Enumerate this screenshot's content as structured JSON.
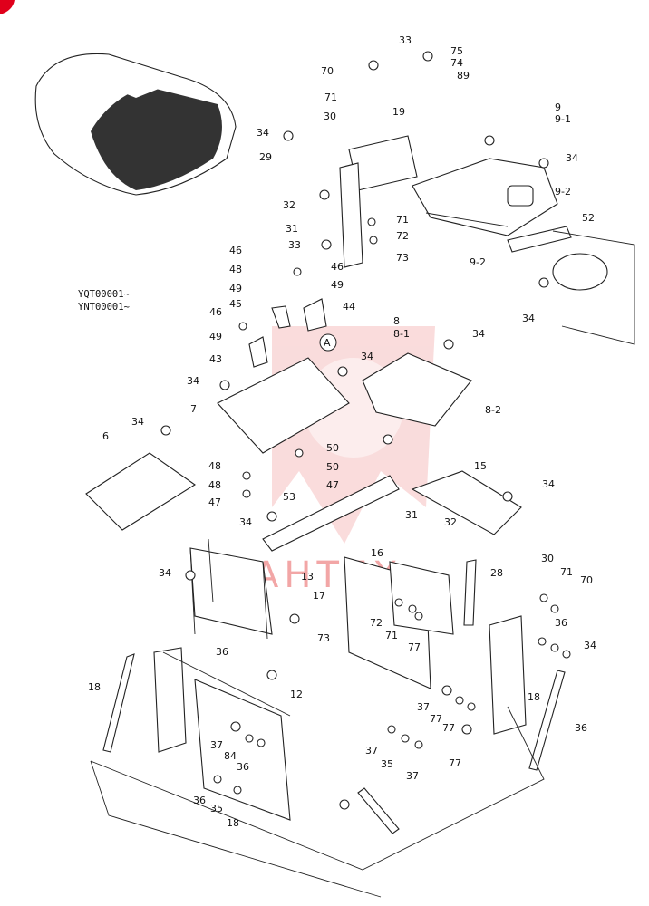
{
  "serials": [
    "YQT00001~",
    "YNT00001~"
  ],
  "watermark": "AHTEX",
  "detail_marker": "A",
  "colors": {
    "ink": "#222222",
    "watermark": "#f2a6a6",
    "corner": "#e0001b",
    "seat_fill": "#333333"
  },
  "callouts": [
    "33",
    "75",
    "74",
    "89",
    "70",
    "71",
    "30",
    "19",
    "34",
    "9",
    "9-1",
    "29",
    "34",
    "32",
    "31",
    "71",
    "72",
    "33",
    "73",
    "9-2",
    "52",
    "9-2",
    "34",
    "46",
    "48",
    "46",
    "49",
    "49",
    "45",
    "44",
    "46",
    "49",
    "43",
    "34",
    "8",
    "8-1",
    "34",
    "7",
    "34",
    "8-2",
    "34",
    "6",
    "50",
    "48",
    "50",
    "48",
    "47",
    "47",
    "53",
    "15",
    "34",
    "31",
    "32",
    "34",
    "16",
    "28",
    "30",
    "71",
    "70",
    "17",
    "13",
    "34",
    "73",
    "72",
    "71",
    "77",
    "36",
    "34",
    "12",
    "36",
    "37",
    "84",
    "18",
    "18",
    "36",
    "37",
    "77",
    "77",
    "37",
    "35",
    "36",
    "77",
    "37",
    "36",
    "35",
    "18"
  ]
}
